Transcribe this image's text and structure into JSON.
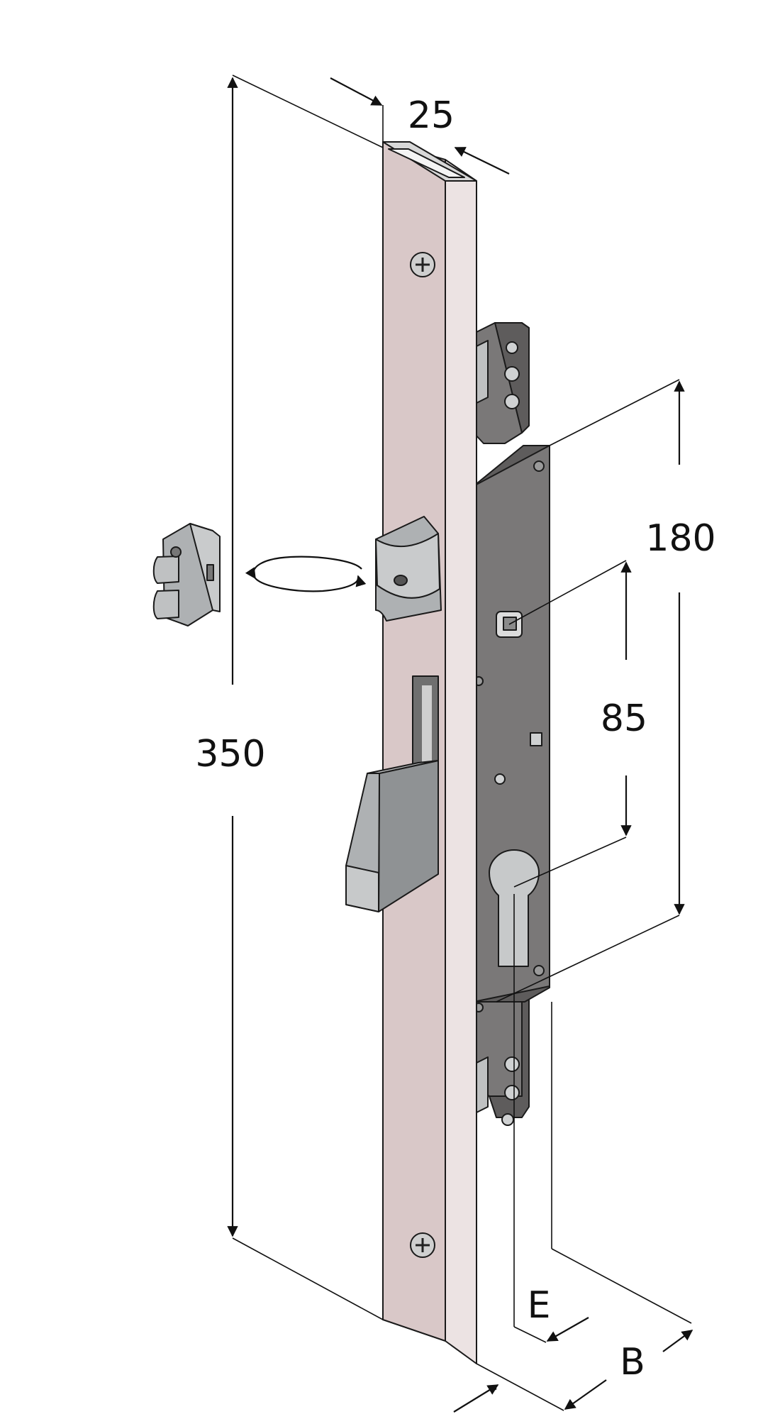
{
  "diagram": {
    "subject": "multipoint mortise lock with faceplate, hook bolt, latch and cylinder cut-out",
    "colors": {
      "faceplate": "#d9c8c8",
      "faceplate_side": "#ece3e3",
      "lock_case": "#7a7878",
      "lock_case_dark": "#5e5c5c",
      "bolt": "#aeb1b3",
      "line": "#111111"
    },
    "dimensions": {
      "faceplate_width": "25",
      "total_length": "350",
      "lock_case_height": "180",
      "spindle_to_cylinder": "85",
      "backset_e": "E",
      "depth_b": "B"
    },
    "icons": [
      "screw-icon",
      "rotation-arrow-icon",
      "reversible-latch-icon"
    ]
  }
}
